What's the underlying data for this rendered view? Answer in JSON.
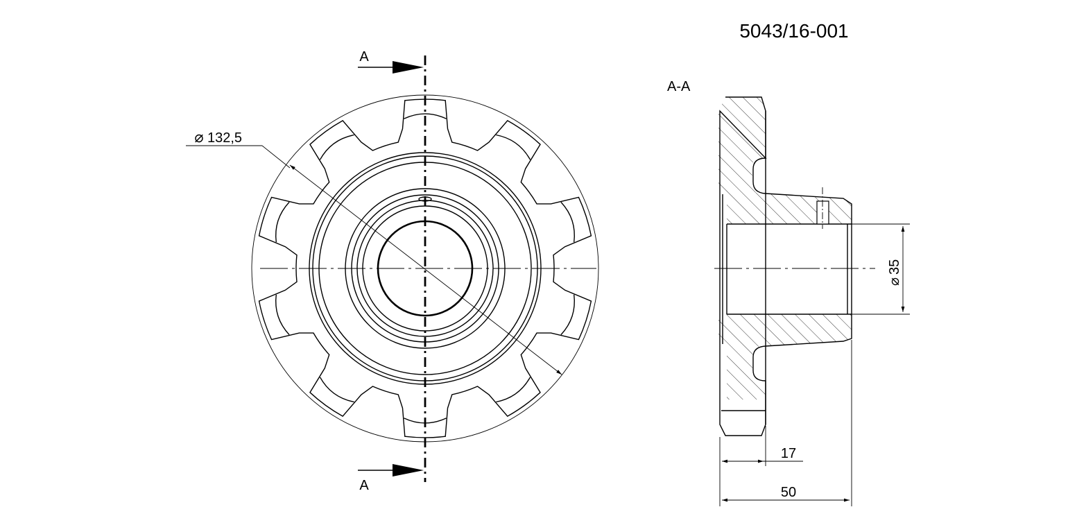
{
  "drawing": {
    "part_number": "5043/16-001",
    "section_label": "A-A",
    "section_marker_top": "A",
    "section_marker_bottom": "A",
    "dim_outer_diameter": "132,5",
    "dim_bore_diameter": "35",
    "dim_hub_width": "17",
    "dim_total_width": "50",
    "diameter_symbol": "⌀"
  }
}
